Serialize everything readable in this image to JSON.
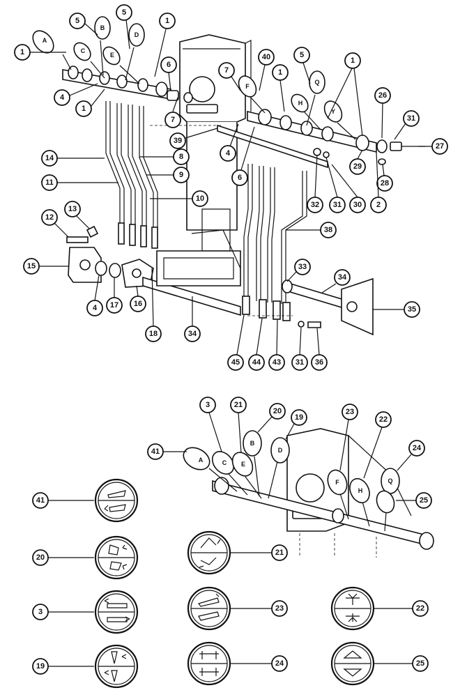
{
  "callouts_upper": [
    {
      "id": "c1a",
      "label": "1"
    },
    {
      "id": "c5a",
      "label": "5"
    },
    {
      "id": "c5b",
      "label": "5"
    },
    {
      "id": "c1b",
      "label": "1"
    },
    {
      "id": "c6a",
      "label": "6"
    },
    {
      "id": "c4a",
      "label": "4"
    },
    {
      "id": "c1c",
      "label": "1"
    },
    {
      "id": "c7a",
      "label": "7"
    },
    {
      "id": "c40",
      "label": "40"
    },
    {
      "id": "c7b",
      "label": "7"
    },
    {
      "id": "c1d",
      "label": "1"
    },
    {
      "id": "c5c",
      "label": "5"
    },
    {
      "id": "c1e",
      "label": "1"
    },
    {
      "id": "c26",
      "label": "26"
    },
    {
      "id": "c31a",
      "label": "31"
    },
    {
      "id": "c27",
      "label": "27"
    },
    {
      "id": "c28",
      "label": "28"
    },
    {
      "id": "c39",
      "label": "39"
    },
    {
      "id": "c4b",
      "label": "4"
    },
    {
      "id": "c6b",
      "label": "6"
    },
    {
      "id": "c29",
      "label": "29"
    },
    {
      "id": "c14",
      "label": "14"
    },
    {
      "id": "c8",
      "label": "8"
    },
    {
      "id": "c9",
      "label": "9"
    },
    {
      "id": "c11",
      "label": "11"
    },
    {
      "id": "c10",
      "label": "10"
    },
    {
      "id": "c32",
      "label": "32"
    },
    {
      "id": "c31b",
      "label": "31"
    },
    {
      "id": "c30",
      "label": "30"
    },
    {
      "id": "c2",
      "label": "2"
    },
    {
      "id": "c13",
      "label": "13"
    },
    {
      "id": "c12",
      "label": "12"
    },
    {
      "id": "c38",
      "label": "38"
    },
    {
      "id": "c15",
      "label": "15"
    },
    {
      "id": "c33",
      "label": "33"
    },
    {
      "id": "c34a",
      "label": "34"
    },
    {
      "id": "c35",
      "label": "35"
    },
    {
      "id": "c4c",
      "label": "4"
    },
    {
      "id": "c17",
      "label": "17"
    },
    {
      "id": "c16",
      "label": "16"
    },
    {
      "id": "c18",
      "label": "18"
    },
    {
      "id": "c34b",
      "label": "34"
    },
    {
      "id": "c45",
      "label": "45"
    },
    {
      "id": "c44",
      "label": "44"
    },
    {
      "id": "c43",
      "label": "43"
    },
    {
      "id": "c31c",
      "label": "31"
    },
    {
      "id": "c36",
      "label": "36"
    }
  ],
  "callouts_lower": [
    {
      "id": "d3",
      "label": "3"
    },
    {
      "id": "d21",
      "label": "21"
    },
    {
      "id": "d20",
      "label": "20"
    },
    {
      "id": "d19",
      "label": "19"
    },
    {
      "id": "d23",
      "label": "23"
    },
    {
      "id": "d22",
      "label": "22"
    },
    {
      "id": "d24",
      "label": "24"
    },
    {
      "id": "d41",
      "label": "41"
    },
    {
      "id": "d25",
      "label": "25"
    }
  ],
  "knob_letters_upper": [
    "A",
    "B",
    "C",
    "D",
    "E",
    "F",
    "Q",
    "H",
    "Y"
  ],
  "knob_letters_lower": [
    "A",
    "B",
    "C",
    "D",
    "E",
    "F",
    "H",
    "Q"
  ],
  "decal_badges": [
    {
      "label": "41",
      "icon": "bucket-level-icon"
    },
    {
      "label": "20",
      "icon": "bucket-curl-icon"
    },
    {
      "label": "3",
      "icon": "float-icon"
    },
    {
      "label": "19",
      "icon": "clam-icon"
    },
    {
      "label": "21",
      "icon": "backhoe-boom-icon"
    },
    {
      "label": "23",
      "icon": "dozer-blade-icon"
    },
    {
      "label": "24",
      "icon": "stabilizer-icon"
    },
    {
      "label": "22",
      "icon": "ripper-icon"
    },
    {
      "label": "25",
      "icon": "swing-icon"
    }
  ]
}
